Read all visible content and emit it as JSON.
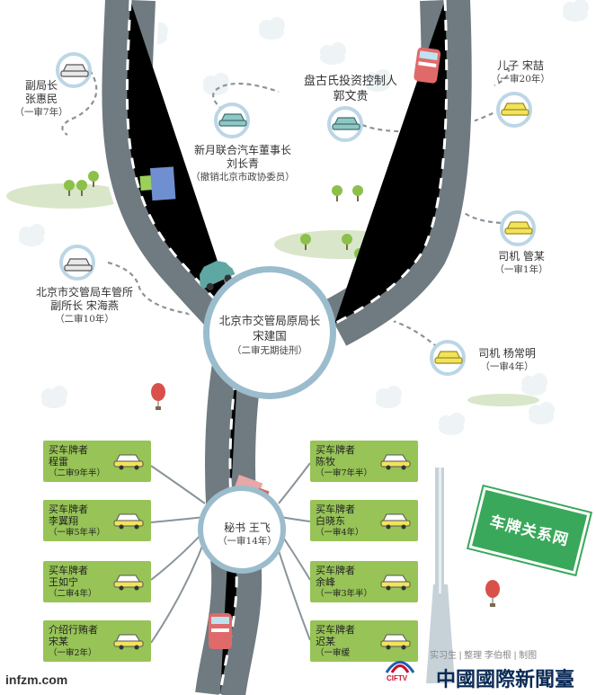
{
  "center": {
    "name": "北京市交管局原局长",
    "name2": "宋建国",
    "sentence": "（二审无期徒刑）"
  },
  "secretary": {
    "name": "秘书 王飞",
    "sentence": "（一审14年）"
  },
  "sign": {
    "text": "车牌关系网"
  },
  "people": {
    "zhang": {
      "role": "副局长",
      "name": "张惠民",
      "sentence": "（一审7年）"
    },
    "liu": {
      "role": "新月联合汽车董事长",
      "name": "刘长青",
      "sentence": "（撤销北京市政协委员）"
    },
    "guo": {
      "role": "盘古氏投资控制人",
      "name": "郭文贵"
    },
    "son": {
      "role": "儿子 宋喆",
      "sentence": "（一审20年）"
    },
    "song": {
      "role": "北京市交管局车管所",
      "name": "副所长 宋海燕",
      "sentence": "（二审10年）"
    },
    "guan": {
      "role": "司机 管某",
      "sentence": "（一审1年）"
    },
    "yang": {
      "role": "司机 杨常明",
      "sentence": "（一审4年）"
    }
  },
  "buyers_left": [
    {
      "role": "买车牌者",
      "name": "程雷",
      "sentence": "（二审9年半）"
    },
    {
      "role": "买车牌者",
      "name": "李翼翔",
      "sentence": "（一审5年半）"
    },
    {
      "role": "买车牌者",
      "name": "王如宁",
      "sentence": "（二审4年）"
    },
    {
      "role": "介绍行贿者",
      "name": "宋某",
      "sentence": "（一审2年）"
    }
  ],
  "buyers_right": [
    {
      "role": "买车牌者",
      "name": "陈牧",
      "sentence": "（一审7年半）"
    },
    {
      "role": "买车牌者",
      "name": "白晓东",
      "sentence": "（一审4年）"
    },
    {
      "role": "买车牌者",
      "name": "余峰",
      "sentence": "（一审3年半）"
    },
    {
      "role": "买车牌者",
      "name": "迟某",
      "sentence": "（一审缓"
    }
  ],
  "watermark": {
    "left": "infzm.com",
    "logo": "CIFTV",
    "brand": "中國國際新聞臺",
    "bottom_text": "实习生 | 整理 李伯根 | 制图"
  },
  "colors": {
    "road": "#6f7b80",
    "road_edge": "#ffffff",
    "dash": "#ffffff",
    "box": "#97c357",
    "sign": "#3aa85a",
    "car": "#f2e35a"
  }
}
